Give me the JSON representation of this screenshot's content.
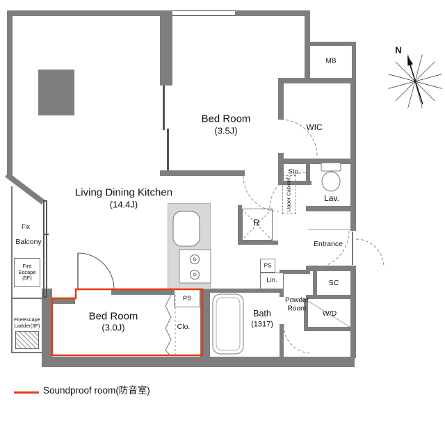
{
  "plan": {
    "ldk": {
      "name": "Living Dining Kitchen",
      "size": "(14.4J)"
    },
    "bedroom_35": {
      "name": "Bed Room",
      "size": "(3.5J)"
    },
    "bedroom_30": {
      "name": "Bed Room",
      "size": "(3.0J)"
    },
    "wic": "WIC",
    "mb": "MB",
    "sto": "Sto.",
    "upper_cabinet": "Upper Cabinet",
    "lav": "Lav.",
    "fridge": "R",
    "entrance": "Entrance",
    "sc": "SC",
    "wd": "W/D",
    "powder": {
      "line1": "Powder",
      "line2": "Room"
    },
    "bath": {
      "name": "Bath",
      "size": "(1317)"
    },
    "lin": "Lin.",
    "ps_hall": "PS",
    "ps_bedroom": "PS",
    "clo": "Clo.",
    "balcony": "Balcony",
    "fix": "Fix",
    "fire_escape": {
      "line1": "Fire",
      "line2": "Escape",
      "line3": "(5F)"
    },
    "ladder": {
      "line1": "FireEscape",
      "line2": "Ladder(3F)"
    }
  },
  "compass": {
    "north": "N"
  },
  "legend": {
    "soundproof": "Soundproof room(防音室)"
  },
  "colors": {
    "wall": "#7e7e7e",
    "soundproof": "#e8380d"
  }
}
